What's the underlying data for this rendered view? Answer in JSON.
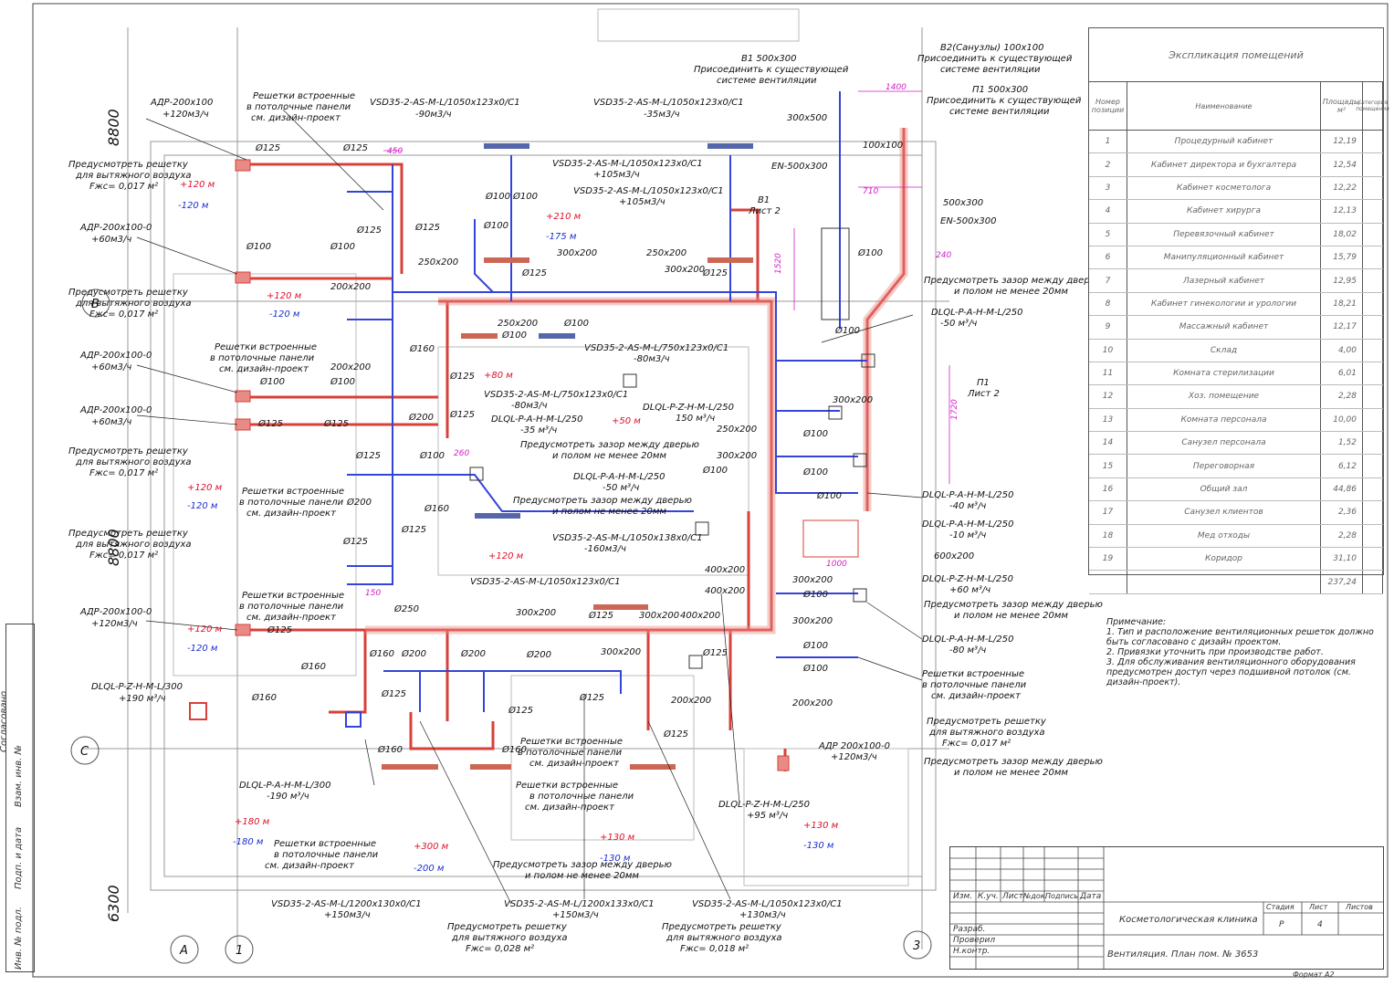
{
  "explication": {
    "title": "Экспликация помещений",
    "headers": [
      "Номер позиции",
      "Наименование",
      "Площадь, м²",
      "Категория помещения"
    ],
    "rows": [
      {
        "num": "1",
        "name": "Процедурный кабинет",
        "area": "12,19"
      },
      {
        "num": "2",
        "name": "Кабинет директора и бухгалтера",
        "area": "12,54"
      },
      {
        "num": "3",
        "name": "Кабинет косметолога",
        "area": "12,22"
      },
      {
        "num": "4",
        "name": "Кабинет хирурга",
        "area": "12,13"
      },
      {
        "num": "5",
        "name": "Перевязочный кабинет",
        "area": "18,02"
      },
      {
        "num": "6",
        "name": "Манипуляционный кабинет",
        "area": "15,79"
      },
      {
        "num": "7",
        "name": "Лазерный кабинет",
        "area": "12,95"
      },
      {
        "num": "8",
        "name": "Кабинет гинекологии и урологии",
        "area": "18,21"
      },
      {
        "num": "9",
        "name": "Массажный кабинет",
        "area": "12,17"
      },
      {
        "num": "10",
        "name": "Склад",
        "area": "4,00"
      },
      {
        "num": "11",
        "name": "Комната стерилизации",
        "area": "6,01"
      },
      {
        "num": "12",
        "name": "Хоз. помещение",
        "area": "2,28"
      },
      {
        "num": "13",
        "name": "Комната персонала",
        "area": "10,00"
      },
      {
        "num": "14",
        "name": "Санузел персонала",
        "area": "1,52"
      },
      {
        "num": "15",
        "name": "Переговорная",
        "area": "6,12"
      },
      {
        "num": "16",
        "name": "Общий зал",
        "area": "44,86"
      },
      {
        "num": "17",
        "name": "Санузел клиентов",
        "area": "2,36"
      },
      {
        "num": "18",
        "name": "Мед отходы",
        "area": "2,28"
      },
      {
        "num": "19",
        "name": "Коридор",
        "area": "31,10"
      },
      {
        "num": "",
        "name": "",
        "area": "237,24"
      }
    ]
  },
  "notes": {
    "title": "Примечание:",
    "items": [
      "1. Тип и расположение вентиляционных решеток должно быть согласовано с дизайн проектом.",
      "2. Привязки уточнить при производстве работ.",
      "3. Для обслуживания вентиляционного оборудования предусмотрен доступ через подшивной потолок (см. дизайн-проект)."
    ]
  },
  "stamp": {
    "headers": [
      "Изм.",
      "К.уч.",
      "Лист",
      "№док.",
      "Подпись",
      "Дата"
    ],
    "roles": [
      "Разраб.",
      "Проверил",
      "Н.контр."
    ],
    "object": "Косметологическая клиника",
    "sheet_title": "Вентиляция. План пом. № 3653",
    "stage_label": "Стадия",
    "sheet_label": "Лист",
    "sheets_label": "Листов",
    "stage": "Р",
    "sheet": "4",
    "format": "Формат А2"
  },
  "frame_labels": [
    "Инв. № подл.",
    "Подп. и дата",
    "Взам. инв. №",
    "Согласовано"
  ],
  "axes": [
    "A",
    "1",
    "3",
    "C",
    "B"
  ],
  "dims": [
    "8800",
    "8800",
    "6300"
  ],
  "labels": {
    "adr_1": "АДР-200х100",
    "adr_1f": "+120м3/ч",
    "adr_2": "АДР-200х100-0",
    "adr_2f": "+60м3/ч",
    "adr_3": "АДР-200х100-0",
    "adr_3f": "+60м3/ч",
    "adr_4": "АДР-200х100-0",
    "adr_4f": "+60м3/ч",
    "adr_5": "АДР-200х100-0",
    "adr_5f": "+120м3/ч",
    "adr_6": "АДР 200х100-0",
    "adr_6f": "+120м3/ч",
    "grille_1": "Решетки встроенные",
    "grille_1b": "в потолочные панели",
    "grille_1c": "см. дизайн-проект",
    "provide_1": "Предусмотреть решетку",
    "provide_1b": "для вытяжного воздуха",
    "provide_1c": "Fжс= 0,017 м²",
    "vsd_1": "VSD35-2-AS-M-L/1050х123х0/C1",
    "vsd_1f": "-90м3/ч",
    "vsd_2": "VSD35-2-AS-M-L/1050х123х0/C1",
    "vsd_2f": "-35м3/ч",
    "vsd_3": "VSD35-2-AS-M-L/1050х123х0/C1",
    "vsd_3f": "+105м3/ч",
    "vsd_4": "VSD35-2-AS-M-L/1050х123х0/C1",
    "vsd_4f": "+105м3/ч",
    "vsd_5": "VSD35-2-AS-M-L/750х123х0/C1",
    "vsd_5f": "-80м3/ч",
    "vsd_6": "VSD35-2-AS-M-L/750х123х0/C1",
    "vsd_6f": "-80м3/ч",
    "vsd_7": "VSD35-2-AS-M-L/1050х138х0/C1",
    "vsd_7f": "-160м3/ч",
    "vsd_8": "VSD35-2-AS-M-L/1050х123х0/C1",
    "vsd_9": "VSD35-2-AS-M-L/1200х130х0/C1",
    "vsd_9f": "+150м3/ч",
    "vsd_10": "VSD35-2-AS-M-L/1200х133х0/C1",
    "vsd_10f": "+150м3/ч",
    "vsd_11": "VSD35-2-AS-M-L/1050х123х0/C1",
    "vsd_11f": "+130м3/ч",
    "b1": "B1  500х300",
    "b1b": "Присоединить к существующей",
    "b1c": "системе вентиляции",
    "b2": "B2(Санузлы)  100х100",
    "b2b": "Присоединить к существующей",
    "b2c": "системе вентиляции",
    "p1": "П1  500х300",
    "p1b": "Присоединить к существующей",
    "p1c": "системе вентиляции",
    "en_1": "EN-500х300",
    "en_2": "EN-500х300",
    "d500": "500х300",
    "d300": "300х500",
    "d100": "100х100",
    "b1_sheet": "B1",
    "b1_sheet2": "Лист 2",
    "p1_sheet": "П1",
    "p1_sheet2": "Лист 2",
    "gap_1": "Предусмотреть зазор между дверью",
    "gap_1b": "и полом не менее 20мм",
    "dlq_1": "DLQL-P-A-H-M-L/250",
    "dlq_1f": "-50 м³/ч",
    "dlq_2": "DLQL-P-A-H-M-L/250",
    "dlq_2f": "-40 м³/ч",
    "dlq_3": "DLQL-P-A-H-M-L/250",
    "dlq_3f": "-10 м³/ч",
    "dlq_4": "DLQL-P-Z-H-M-L/250",
    "dlq_4f": "+60 м³/ч",
    "dlq_5": "DLQL-P-A-H-M-L/250",
    "dlq_5f": "-80 м³/ч",
    "dlq_6": "DLQL-P-Z-H-M-L/250",
    "dlq_6f": "+95 м³/ч",
    "dlq_7": "DLQL-P-A-H-M-L/300",
    "dlq_7f": "-190 м³/ч",
    "dlq_8": "DLQL-P-Z-H-M-L/300",
    "dlq_8f": "+190 м³/ч",
    "dlq_9": "DLQL-P-A-H-M-L/250",
    "dlq_9f": "-35 м³/ч",
    "dlq_10": "DLQL-P-A-H-M-L/250",
    "dlq_10f": "-50 м³/ч",
    "dlq_11": "DLQL-P-Z-H-M-L/250",
    "dlq_11f": "150 м³/ч",
    "provide_2": "Предусмотреть решетку",
    "provide_2b": "для вытяжного воздуха",
    "provide_2c": "Fжс= 0,028 м²",
    "provide_3": "Предусмотреть решетку",
    "provide_3b": "для вытяжного воздуха",
    "provide_3c": "Fжс= 0,018 м²",
    "gap_2": "Предусмотреть зазор между дверью",
    "gap_2b": "и полом не менее 20мм",
    "duct_250x200": "250х200",
    "duct_200x200": "200х200",
    "duct_300x200": "300х200",
    "duct_400x200": "400х200",
    "duct_600x200": "600х200",
    "d_125": "Ø125",
    "d_100": "Ø100",
    "d_160": "Ø160",
    "d_200": "Ø200",
    "d_250": "Ø250",
    "red_1": "+120 м",
    "red_2": "+210 м",
    "red_3": "+80 м",
    "red_4": "+50 м",
    "red_5": "+120 м",
    "red_6": "+180 м",
    "red_7": "+300 м",
    "red_8": "+130 м",
    "blu_1": "-120 м",
    "blu_2": "-175 м",
    "blu_3": "-120 м",
    "blu_4": "-180 м",
    "blu_5": "-200 м",
    "blu_6": "-130 м",
    "mag_1": "1400",
    "mag_2": "1520",
    "mag_3": "1720",
    "mag_4": "1000",
    "mag_5": "450",
    "mag_6": "150",
    "mag_7": "260",
    "mag_8": "710",
    "mag_9": "240"
  }
}
